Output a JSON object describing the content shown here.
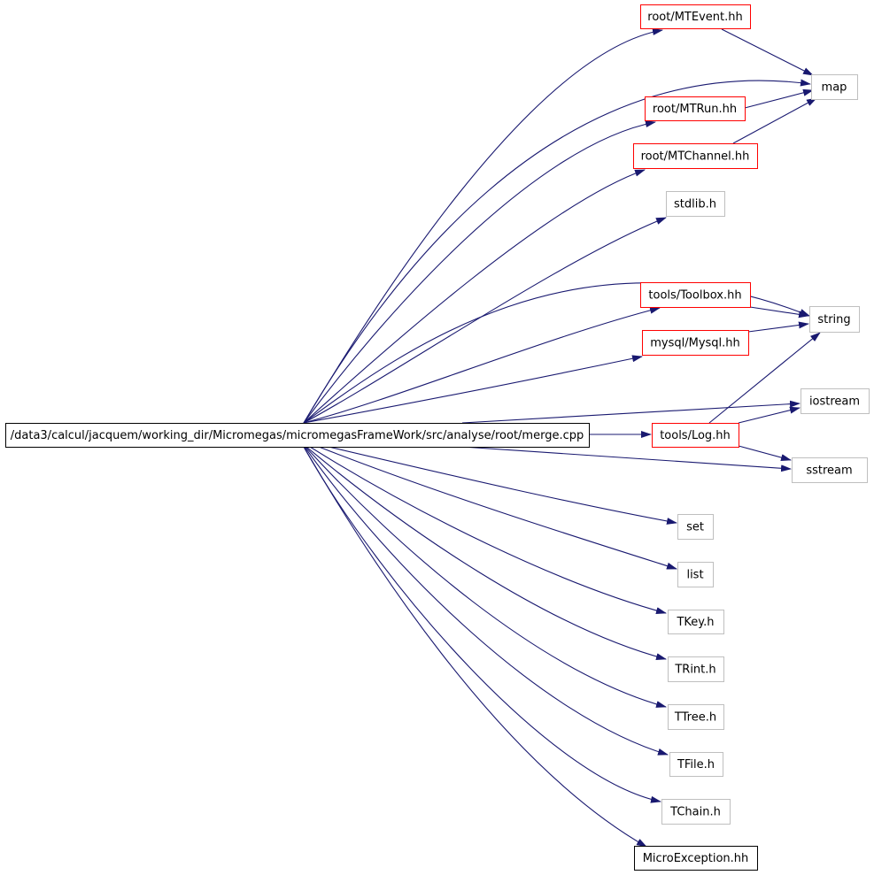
{
  "diagram": {
    "root": {
      "id": "merge",
      "label": "/data3/calcul/jacquem/working_dir/Micromegas/micromegasFrameWork/src/analyse/root/merge.cpp"
    },
    "nodes": [
      {
        "id": "mtevent",
        "label": "root/MTEvent.hh",
        "kind": "documented-header",
        "border": "#ff0000"
      },
      {
        "id": "map",
        "label": "map",
        "kind": "external",
        "border": "#bfbfbf"
      },
      {
        "id": "mtrun",
        "label": "root/MTRun.hh",
        "kind": "documented-header",
        "border": "#ff0000"
      },
      {
        "id": "mtchannel",
        "label": "root/MTChannel.hh",
        "kind": "documented-header",
        "border": "#ff0000"
      },
      {
        "id": "stdlib",
        "label": "stdlib.h",
        "kind": "external",
        "border": "#bfbfbf"
      },
      {
        "id": "toolbox",
        "label": "tools/Toolbox.hh",
        "kind": "documented-header",
        "border": "#ff0000"
      },
      {
        "id": "string",
        "label": "string",
        "kind": "external",
        "border": "#bfbfbf"
      },
      {
        "id": "mysql",
        "label": "mysql/Mysql.hh",
        "kind": "documented-header",
        "border": "#ff0000"
      },
      {
        "id": "iostream",
        "label": "iostream",
        "kind": "external",
        "border": "#bfbfbf"
      },
      {
        "id": "log",
        "label": "tools/Log.hh",
        "kind": "documented-header",
        "border": "#ff0000"
      },
      {
        "id": "sstream",
        "label": "sstream",
        "kind": "external",
        "border": "#bfbfbf"
      },
      {
        "id": "set",
        "label": "set",
        "kind": "external",
        "border": "#bfbfbf"
      },
      {
        "id": "list",
        "label": "list",
        "kind": "external",
        "border": "#bfbfbf"
      },
      {
        "id": "tkey",
        "label": "TKey.h",
        "kind": "external",
        "border": "#bfbfbf"
      },
      {
        "id": "trint",
        "label": "TRint.h",
        "kind": "external",
        "border": "#bfbfbf"
      },
      {
        "id": "ttree",
        "label": "TTree.h",
        "kind": "external",
        "border": "#bfbfbf"
      },
      {
        "id": "tfile",
        "label": "TFile.h",
        "kind": "external",
        "border": "#bfbfbf"
      },
      {
        "id": "tchain",
        "label": "TChain.h",
        "kind": "external",
        "border": "#bfbfbf"
      },
      {
        "id": "microexception",
        "label": "MicroException.hh",
        "kind": "header",
        "border": "#000000"
      }
    ],
    "edges": [
      {
        "from": "merge",
        "to": "mtevent"
      },
      {
        "from": "merge",
        "to": "map"
      },
      {
        "from": "merge",
        "to": "mtrun"
      },
      {
        "from": "merge",
        "to": "mtchannel"
      },
      {
        "from": "merge",
        "to": "stdlib"
      },
      {
        "from": "merge",
        "to": "string"
      },
      {
        "from": "merge",
        "to": "toolbox"
      },
      {
        "from": "merge",
        "to": "mysql"
      },
      {
        "from": "merge",
        "to": "iostream"
      },
      {
        "from": "merge",
        "to": "log"
      },
      {
        "from": "merge",
        "to": "sstream"
      },
      {
        "from": "merge",
        "to": "set"
      },
      {
        "from": "merge",
        "to": "list"
      },
      {
        "from": "merge",
        "to": "tkey"
      },
      {
        "from": "merge",
        "to": "trint"
      },
      {
        "from": "merge",
        "to": "ttree"
      },
      {
        "from": "merge",
        "to": "tfile"
      },
      {
        "from": "merge",
        "to": "tchain"
      },
      {
        "from": "merge",
        "to": "microexception"
      },
      {
        "from": "mtevent",
        "to": "map"
      },
      {
        "from": "mtrun",
        "to": "map"
      },
      {
        "from": "mtchannel",
        "to": "map"
      },
      {
        "from": "toolbox",
        "to": "string"
      },
      {
        "from": "mysql",
        "to": "string"
      },
      {
        "from": "log",
        "to": "string"
      },
      {
        "from": "log",
        "to": "iostream"
      },
      {
        "from": "log",
        "to": "sstream"
      }
    ],
    "colors": {
      "edge": "#191970",
      "root_fill": "#bfbfbf",
      "root_border": "#000000"
    }
  }
}
